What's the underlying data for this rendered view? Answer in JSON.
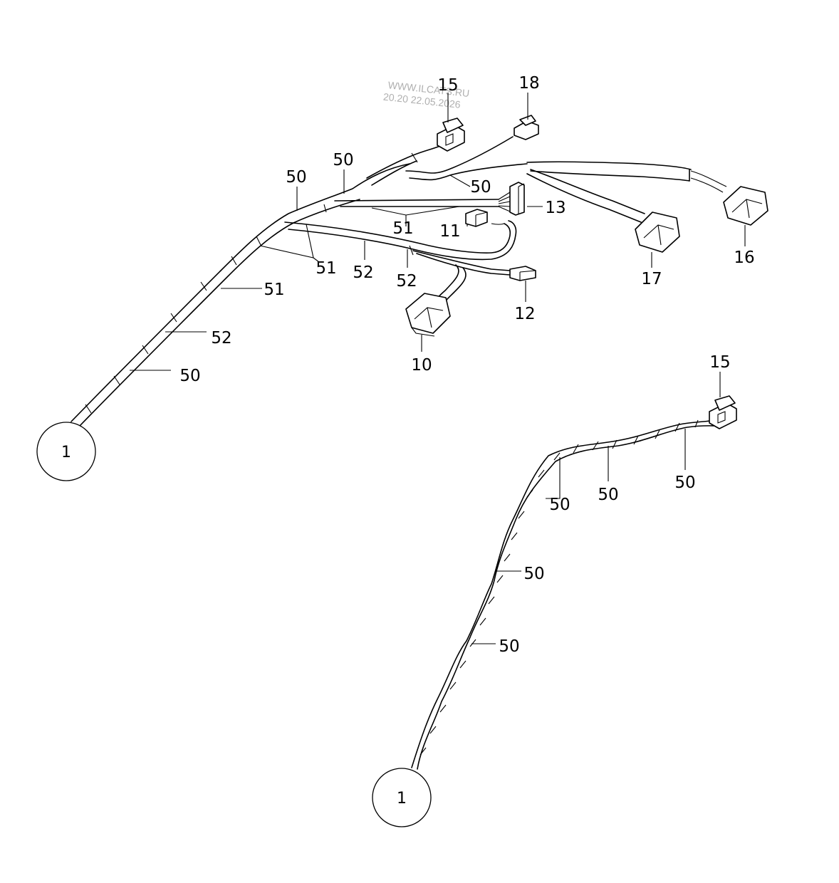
{
  "watermark": {
    "line1": "WWW.ILCATS.RU",
    "line2": "20.20 22.05.2026"
  },
  "callouts": {
    "c15_top": "15",
    "c18": "18",
    "c50_a": "50",
    "c50_b": "50",
    "c50_c": "50",
    "c13": "13",
    "c51_a": "51",
    "c11": "11",
    "c51_b": "51",
    "c52_a": "52",
    "c52_b": "52",
    "c51_c": "51",
    "c52_c": "52",
    "c50_d": "50",
    "c16": "16",
    "c17": "17",
    "c12": "12",
    "c10": "10",
    "c15_bottom": "15",
    "c50_e": "50",
    "c50_f": "50",
    "c50_g": "50",
    "c50_h": "50",
    "c50_i": "50"
  },
  "circles": {
    "left": "1",
    "bottom": "1"
  }
}
